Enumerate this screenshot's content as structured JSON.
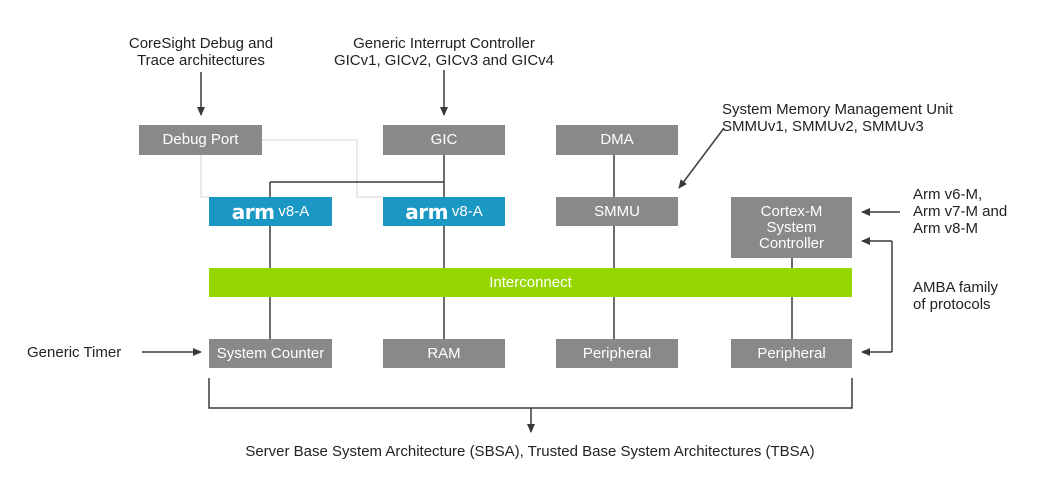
{
  "colors": {
    "box_gray": "#87898b",
    "arm_blue": "#1b97c4",
    "interconnect_green": "#95d600",
    "line": "#3a3a3a"
  },
  "labels": {
    "coresight": "CoreSight Debug and\nTrace architectures",
    "gic_arch": "Generic Interrupt Controller\nGICv1, GICv2, GICv3 and GICv4",
    "smmu_arch": "System Memory Management Unit\nSMMUv1, SMMUv2, SMMUv3",
    "arm_m": "Arm v6-M,\nArm v7-M and\nArm v8-M",
    "amba": "AMBA family\nof protocols",
    "generic_timer": "Generic Timer",
    "sbsa": "Server Base System Architecture (SBSA), Trusted Base System Architectures (TBSA)"
  },
  "boxes": {
    "debug_port": "Debug Port",
    "gic": "GIC",
    "dma": "DMA",
    "arm_logo": "arm",
    "armv8a_1": "v8-A",
    "armv8a_2": "v8-A",
    "smmu": "SMMU",
    "cortex_m": "Cortex-M\nSystem\nController",
    "interconnect": "Interconnect",
    "system_counter": "System Counter",
    "ram": "RAM",
    "peripheral_1": "Peripheral",
    "peripheral_2": "Peripheral"
  }
}
